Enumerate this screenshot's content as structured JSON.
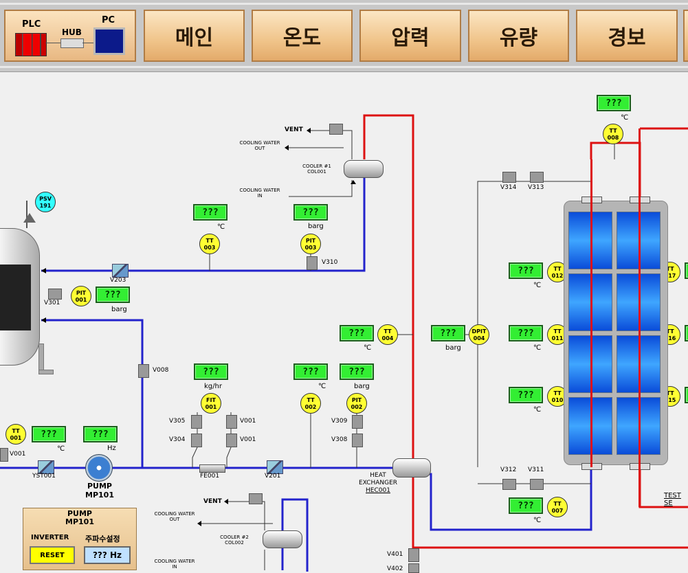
{
  "network": {
    "plc": "PLC",
    "hub": "HUB",
    "pc": "PC"
  },
  "nav": {
    "main": "메인",
    "temp": "온도",
    "pressure": "압력",
    "flow": "유량",
    "alarm": "경보"
  },
  "colors": {
    "green_display": "#33ee33",
    "hot_pipe": "#dd1111",
    "cold_pipe": "#2222cc",
    "instrument": "#ffff33",
    "psv": "#33ffff"
  },
  "displays": {
    "unknown": "???"
  },
  "units": {
    "c": "℃",
    "barg": "barg",
    "kghr": "kg/hr",
    "hz": "Hz"
  },
  "instruments": {
    "tt003": [
      "TT",
      "003"
    ],
    "pit003": [
      "PIT",
      "003"
    ],
    "pit001": [
      "PIT",
      "001"
    ],
    "tt004": [
      "TT",
      "004"
    ],
    "dpit004": [
      "DPIT",
      "004"
    ],
    "fit001": [
      "FIT",
      "001"
    ],
    "tt002": [
      "TT",
      "002"
    ],
    "pit002": [
      "PIT",
      "002"
    ],
    "tt001": [
      "TT",
      "001"
    ],
    "tt008": [
      "TT",
      "008"
    ],
    "tt012": [
      "TT",
      "012"
    ],
    "tt011": [
      "TT",
      "011"
    ],
    "tt010": [
      "TT",
      "010"
    ],
    "tt017": [
      "TT",
      "017"
    ],
    "tt016": [
      "TT",
      "016"
    ],
    "tt015": [
      "TT",
      "015"
    ],
    "tt007": [
      "TT",
      "007"
    ],
    "psv191": [
      "PSV",
      "191"
    ]
  },
  "valves": {
    "v203": "V203",
    "v301": "V301",
    "v310": "V310",
    "v008": "V008",
    "v001a": "V001",
    "yst001": "YST001",
    "v305": "V305",
    "v304": "V304",
    "v001b": "V001",
    "v001c": "V001",
    "fe001": "FE001",
    "v201": "V201",
    "v309": "V309",
    "v308": "V308",
    "v314": "V314",
    "v313": "V313",
    "v312": "V312",
    "v311": "V311",
    "v401": "V401",
    "v402": "V402"
  },
  "labels": {
    "vent1": "VENT",
    "vent2": "VENT",
    "cw_out1": [
      "COOLING WATER",
      "OUT"
    ],
    "cw_in1": [
      "COOLING WATER",
      "IN"
    ],
    "cooler1": [
      "COOLER #1",
      "COL001"
    ],
    "cw_out2": [
      "COOLING WATER",
      "OUT"
    ],
    "cw_in2": [
      "COOLING WATER",
      "IN"
    ],
    "cooler2": [
      "COOLER #2",
      "COL002"
    ],
    "pump": [
      "PUMP",
      "MP101"
    ],
    "hex": [
      "HEAT",
      "EXCHANGER",
      "HEC001"
    ],
    "test_section": "TEST SE"
  },
  "pump_panel": {
    "title": [
      "PUMP",
      "MP101"
    ],
    "inverter": "INVERTER",
    "freq_set": "주파수설정",
    "reset": "RESET",
    "hz_value": "??? Hz"
  }
}
